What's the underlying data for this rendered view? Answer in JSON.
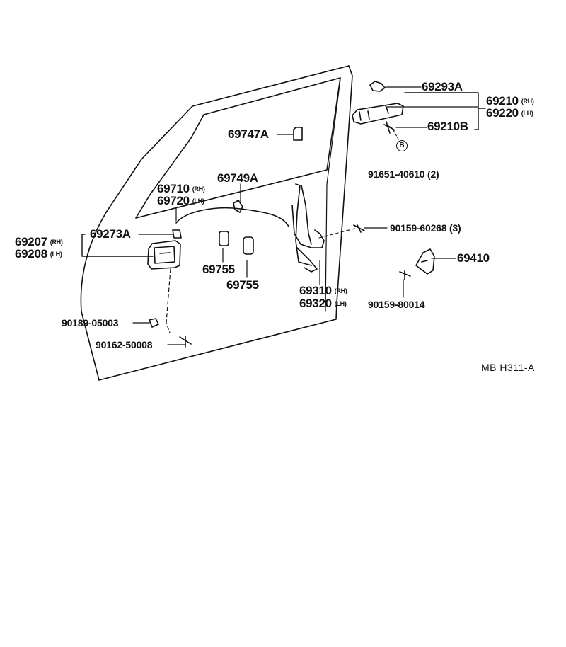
{
  "parts": {
    "p69293A": "69293A",
    "p69210": "69210",
    "p69220": "69220",
    "p69210B": "69210B",
    "p69747A": "69747A",
    "bolt_symbol": "B",
    "p91651": "91651-40610 (2)",
    "p69710": "69710",
    "p69720": "69720",
    "p69749A": "69749A",
    "p90159a": "90159-60268  (3)",
    "p69207": "69207",
    "p69208": "69208",
    "p69273A": "69273A",
    "p69755a": "69755",
    "p69755b": "69755",
    "p69410": "69410",
    "p69310": "69310",
    "p69320": "69320",
    "p90159b": "90159-80014",
    "p90189": "90189-05003",
    "p90162": "90162-50008"
  },
  "sides": {
    "rh": "(RH)",
    "lh": "(LH)"
  },
  "footer": {
    "code": "MB  H311-A"
  }
}
